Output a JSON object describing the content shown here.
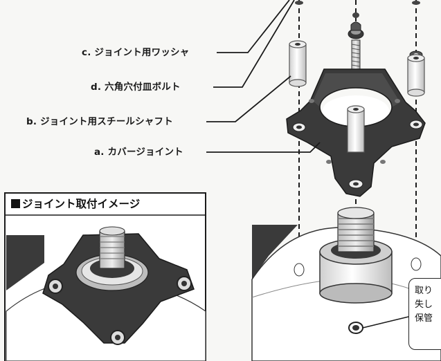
{
  "labels": {
    "washer": "c. ジョイント用ワッシャ",
    "bolt": "d. 六角穴付皿ボルト",
    "shaft": "b. ジョイント用スチールシャフト",
    "cover": "a. カバージョイント"
  },
  "inset": {
    "title": "ジョイント取付イメージ"
  },
  "callout": {
    "lines": [
      "取り",
      "失し",
      "保管"
    ]
  },
  "colors": {
    "part_dark": "#3a3a3a",
    "part_mid": "#8a8a8a",
    "line": "#1a1a1a",
    "background": "#f7f7f5"
  }
}
